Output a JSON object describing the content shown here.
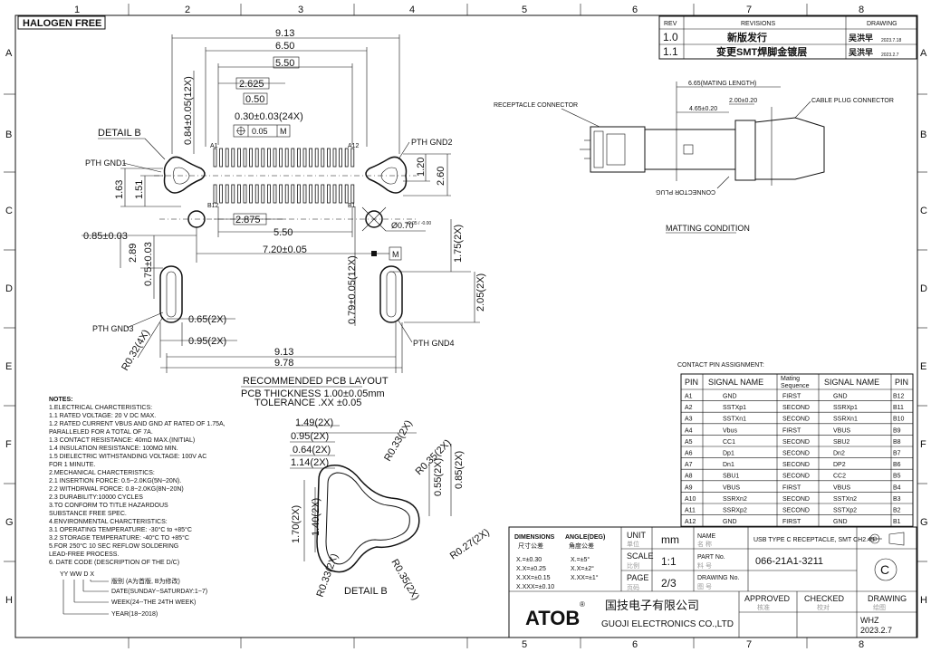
{
  "halogen_label": "HALOGEN FREE",
  "grid": {
    "cols": [
      "1",
      "2",
      "3",
      "4",
      "5",
      "6",
      "7",
      "8"
    ],
    "rows": [
      "A",
      "B",
      "C",
      "D",
      "E",
      "F",
      "G",
      "H"
    ]
  },
  "revisions": {
    "headers": [
      "REV",
      "REVISIONS",
      "DRAWING"
    ],
    "rows": [
      {
        "rev": "1.0",
        "desc": "新版发行",
        "by": "吴洪早",
        "date": "2023.7.18"
      },
      {
        "rev": "1.1",
        "desc": "变更SMT焊脚金镀层",
        "by": "吴洪早",
        "date": "2023.2.7"
      }
    ]
  },
  "pcb_layout": {
    "dims": {
      "w913": "9.13",
      "w650": "6.50",
      "w550": "5.50",
      "w2625": "2.625",
      "w050": "0.50",
      "pitch": "0.30±0.03(24X)",
      "pos": "0.05",
      "datum_m": "M",
      "d084": "0.84±0.05(12X)",
      "d163": "1.63",
      "d151": "1.51",
      "d2875": "2.875",
      "d550b": "5.50",
      "d085": "0.85±0.03",
      "d289": "2.89",
      "d075": "0.75±0.03",
      "d720": "7.20±0.05",
      "d120": "1.20",
      "d260": "2.60",
      "d175": "1.75(2X)",
      "d205": "2.05(2X)",
      "d079": "0.79±0.05(12X)",
      "d065": "0.65(2X)",
      "d095": "0.95(2X)",
      "d913b": "9.13",
      "d978": "9.78",
      "r032": "R0.32(4X)",
      "hole": "Ø0.70",
      "hole_tol": "+0.05 / -0.00"
    },
    "pin_labels": {
      "a1": "A1",
      "a12": "A12",
      "b12": "B12",
      "b1": "B1"
    },
    "callouts": {
      "detail": "DETAIL B",
      "gnd1": "PTH GND1",
      "gnd2": "PTH GND2",
      "gnd3": "PTH GND3",
      "gnd4": "PTH GND4"
    },
    "title": "RECOMMENDED PCB LAYOUT",
    "thickness": "PCB THICKNESS 1.00±0.05mm",
    "tolerance": "TOLERANCE .XX ±0.05"
  },
  "detail_b": {
    "label": "DETAIL B",
    "dims": {
      "a": "1.49(2X)",
      "b": "0.95(2X)",
      "c": "0.64(2X)",
      "d": "1.14(2X)",
      "e": "1.70(2X)",
      "f": "1.40(2X)",
      "g": "0.55(2X)",
      "h": "0.85(2X)",
      "r1": "R0.33(2X)",
      "r2": "R0.35(2X)",
      "r3": "R0.27(2X)",
      "r4": "R0.35(2X)",
      "r5": "R0.33(2X)"
    }
  },
  "mating": {
    "mating_length": "6.65(MATING LENGTH)",
    "d200": "2.00±0.20",
    "d465": "4.65±0.20",
    "receptacle": "RECEPTACLE  CONNECTOR",
    "cable_plug": "CABLE PLUG CONNECTOR",
    "connector_plug_mirrored": "CONNECTOR PLUG",
    "caption": "MATTING CONDITION"
  },
  "notes": {
    "title": "NOTES:",
    "lines": [
      "1.ELECTRICAL CHARCTERISTICS:",
      "  1.1 RATED VOLTAGE: 20 V DC MAX.",
      "  1.2 RATED CURRENT VBUS AND GND AT RATED OF 1.75A,",
      "       PARALLELED FOR A TOTAL OF 7A.",
      "  1.3 CONTACT RESISTANCE: 40mΩ MAX.(INITIAL)",
      "  1.4 INSULATION RESISTANCE: 100MΩ MIN.",
      "  1.5 DIELECTRIC WITHSTANDING VOLTAGE: 100V AC",
      "       FOR 1 MINUTE.",
      "2.MECHANICAL CHARCTERISTICS:",
      "  2.1 INSERTION FORCE: 0.5~2.0KG(5N~20N).",
      "  2.2 WITHDRWAL FORCE: 0.8~2.0KG(8N~20N)",
      "  2.3 DURABILITY:10000 CYCLES",
      "3.TO CONFORM TO TITLE HAZARDOUS",
      "    SUBSTANCE FREE SPEC.",
      "4.ENVIRONMENTAL CHARCTERISTICS:",
      "  3.1 OPERATING TEMPERATURE: -30°C to +85°C",
      "  3.2 STORAGE TEMPERATURE: -40°C TO +85°C",
      "5.FOR 250°C 10 SEC REFLOW SOLDERING",
      "    LEAD-FREE PROCESS.",
      "6. DATE CODE (DESCRIPTION OF THE D/C)"
    ],
    "date_code": "YY WW D X",
    "legend": [
      "版别 (A为首版, B为修改)",
      "DATE(SUNDAY~SATURDAY:1~7)",
      "WEEK(24--THE 24TH WEEK)",
      "YEAR(18~2018)"
    ]
  },
  "pin_table": {
    "title": "CONTACT PIN ASSIGNMENT:",
    "headers": [
      "PIN",
      "SIGNAL NAME",
      "Mating Sequence",
      "SIGNAL NAME",
      "PIN"
    ],
    "rows": [
      [
        "A1",
        "GND",
        "FIRST",
        "GND",
        "B12"
      ],
      [
        "A2",
        "SSTXp1",
        "SECOND",
        "SSRXp1",
        "B11"
      ],
      [
        "A3",
        "SSTXn1",
        "SECOND",
        "SSRXn1",
        "B10"
      ],
      [
        "A4",
        "Vbus",
        "FIRST",
        "VBUS",
        "B9"
      ],
      [
        "A5",
        "CC1",
        "SECOND",
        "SBU2",
        "B8"
      ],
      [
        "A6",
        "Dp1",
        "SECOND",
        "Dn2",
        "B7"
      ],
      [
        "A7",
        "Dn1",
        "SECOND",
        "DP2",
        "B6"
      ],
      [
        "A8",
        "SBU1",
        "SECOND",
        "CC2",
        "B5"
      ],
      [
        "A9",
        "VBUS",
        "FIRST",
        "VBUS",
        "B4"
      ],
      [
        "A10",
        "SSRXn2",
        "SECOND",
        "SSTXn2",
        "B3"
      ],
      [
        "A11",
        "SSRXp2",
        "SECOND",
        "SSTXp2",
        "B2"
      ],
      [
        "A12",
        "GND",
        "FIRST",
        "GND",
        "B1"
      ]
    ]
  },
  "title_block": {
    "dims_label": "DIMENSIONS",
    "dims_cn": "尺寸公差",
    "angle_label": "ANGLE(DEG)",
    "angle_cn": "角度公差",
    "tol": [
      "X.=±0.30",
      "X.X=±0.25",
      "X.XX=±0.15",
      "X.XXX=±0.10"
    ],
    "ang": [
      "X.=±5°",
      "X.X=±2°",
      "X.XX=±1°"
    ],
    "unit_label": "UNIT",
    "unit_cn": "单位",
    "unit": "mm",
    "name_label": "NAME",
    "name_cn": "名 称",
    "name": "USB TYPE C RECEPTACLE, SMT CH2.45",
    "scale_label": "SCALE",
    "scale_cn": "比例",
    "scale": "1:1",
    "part_label": "PART No.",
    "part_cn": "料 号",
    "part": "066-21A1-3211",
    "page_label": "PAGE",
    "page_cn": "页码",
    "page": "2/3",
    "drawing_label": "DRAWING No.",
    "drawing_cn": "图 号",
    "brand": "ATOB",
    "company_cn": "国技电子有限公司",
    "company_en": "GUOJI ELECTRONICS CO.,LTD",
    "approved": "APPROVED",
    "approved_cn": "核准",
    "checked": "CHECKED",
    "checked_cn": "校对",
    "drawing": "DRAWING",
    "drawing_cn2": "绘图",
    "drawer": "WHZ",
    "date": "2023.2.7"
  }
}
